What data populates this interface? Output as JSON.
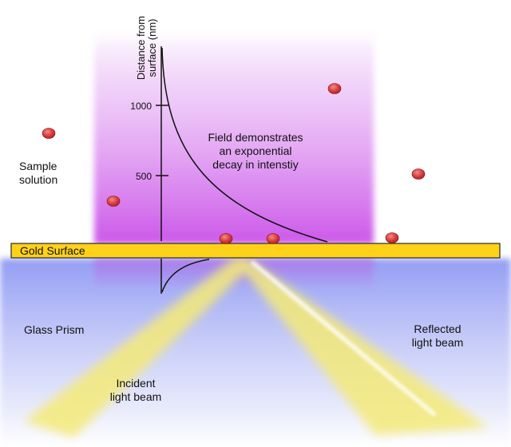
{
  "labels": {
    "sample_solution": [
      "Sample",
      "solution"
    ],
    "gold_surface": "Gold Surface",
    "glass_prism": "Glass Prism",
    "incident_beam": [
      "Incident",
      "light beam"
    ],
    "reflected_beam": [
      "Reflected",
      "light beam"
    ],
    "field_note": [
      "Field demonstrates",
      "an exponential",
      "decay in intenstiy"
    ]
  },
  "axis": {
    "title": [
      "Distance from",
      "surface (nm)"
    ],
    "ticks": [
      "1000",
      "500"
    ]
  },
  "colors": {
    "gold": "#ffd21a",
    "gold_border": "#2a2a2a",
    "field_glow": "#c94ee8",
    "prism": "#9da6f5",
    "beam": "#f4ea78",
    "particle": "#d83a3a"
  },
  "particle_count": 7
}
